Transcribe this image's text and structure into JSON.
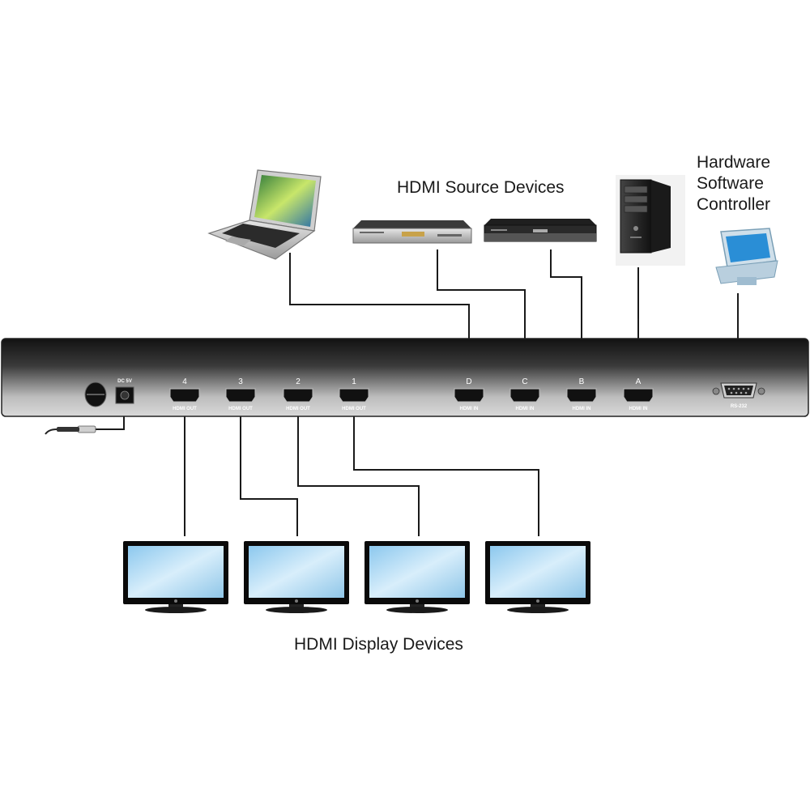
{
  "labels": {
    "sources": "HDMI Source Devices",
    "displays": "HDMI Display Devices",
    "controller_lines": [
      "Hardware",
      "Software",
      "Controller"
    ]
  },
  "panel": {
    "power_label": "DC 5V",
    "outputs": [
      {
        "number": "4",
        "label": "HDMI OUT"
      },
      {
        "number": "3",
        "label": "HDMI OUT"
      },
      {
        "number": "2",
        "label": "HDMI OUT"
      },
      {
        "number": "1",
        "label": "HDMI OUT"
      }
    ],
    "inputs": [
      {
        "letter": "D",
        "label": "HDMI IN"
      },
      {
        "letter": "C",
        "label": "HDMI IN"
      },
      {
        "letter": "B",
        "label": "HDMI IN"
      },
      {
        "letter": "A",
        "label": "HDMI IN"
      }
    ],
    "serial_label": "RS-232"
  },
  "colors": {
    "cable": "#1a1a1a",
    "panel_dark": "#151515",
    "panel_light": "#cfcfcf",
    "screen": "#a9d6f2"
  },
  "icons": [
    "laptop-icon",
    "dvd-player-icon",
    "set-top-box-icon",
    "desktop-tower-icon",
    "controller-monitor-icon",
    "display-monitor-icon",
    "power-cable-icon"
  ]
}
